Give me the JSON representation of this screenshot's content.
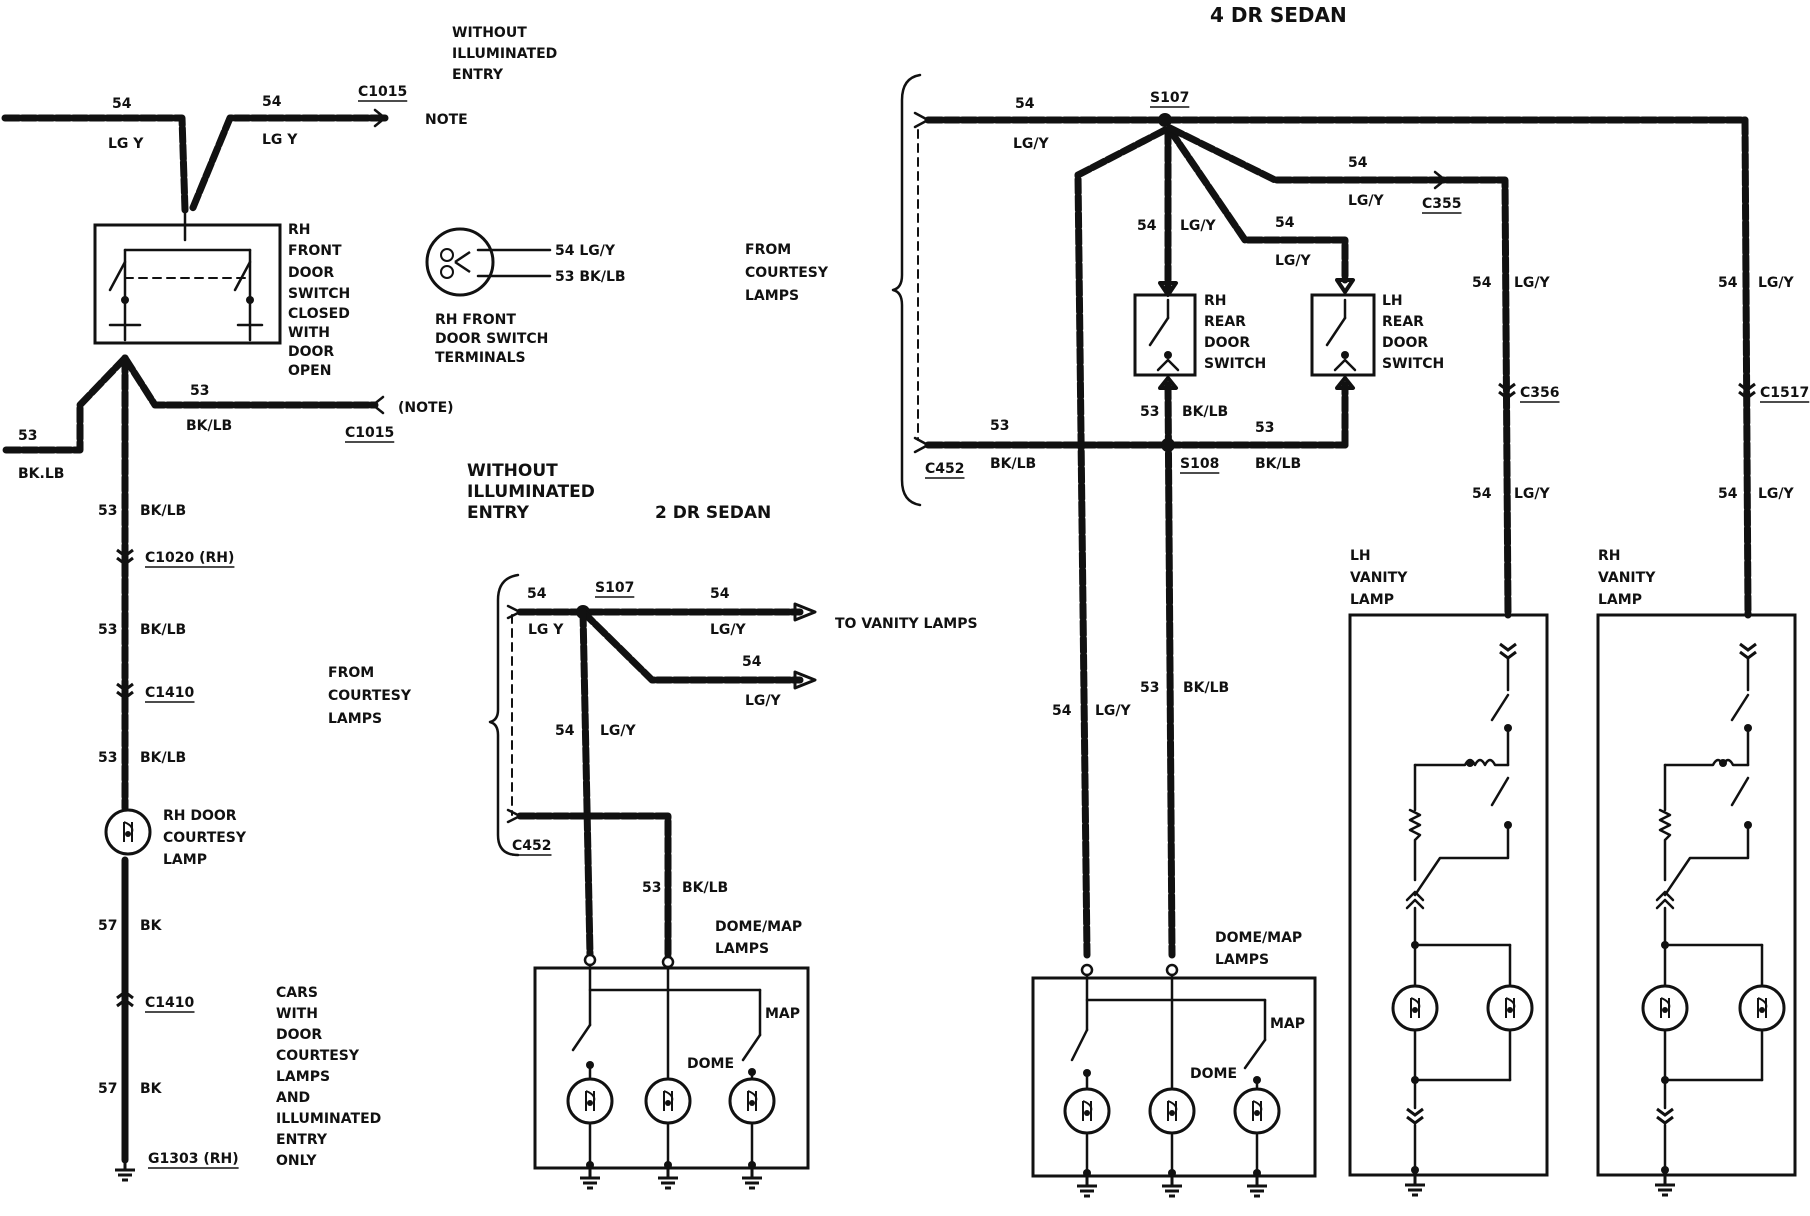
{
  "title": "4 DR SEDAN",
  "left": {
    "without_entry": [
      "WITHOUT",
      "ILLUMINATED",
      "ENTRY"
    ],
    "w54a": "54",
    "w54a_c": "LG Y",
    "w54b": "54",
    "w54b_c": "LG Y",
    "c1015_top": "C1015",
    "note_top": "NOTE",
    "switch_label": [
      "RH",
      "FRONT",
      "DOOR",
      "SWITCH"
    ],
    "switch_note": [
      "CLOSED",
      "WITH",
      "DOOR",
      "OPEN"
    ],
    "terminal_label": [
      "RH FRONT",
      "DOOR SWITCH",
      "TERMINALS"
    ],
    "term54": "54 LG/Y",
    "term53": "53 BK/LB",
    "from_courtesy_right": [
      "FROM",
      "COURTESY",
      "LAMPS"
    ],
    "w53_branch": "53",
    "w53_branch_c": "BK/LB",
    "c1015_mid": "C1015",
    "note_mid": "(NOTE)",
    "w53_left": "53",
    "w53_left_c": "BK.LB",
    "without_entry2": [
      "WITHOUT",
      "ILLUMINATED",
      "ENTRY"
    ],
    "two_dr": "2 DR SEDAN",
    "seg1_num": "53",
    "seg1_c": "BK/LB",
    "c1020": "C1020 (RH)",
    "seg2_num": "53",
    "seg2_c": "BK/LB",
    "c1410a": "C1410",
    "seg3_num": "53",
    "seg3_c": "BK/LB",
    "courtesy_lamp": [
      "RH DOOR",
      "COURTESY",
      "LAMP"
    ],
    "seg4_num": "57",
    "seg4_c": "BK",
    "c1410b": "C1410",
    "seg5_num": "57",
    "seg5_c": "BK",
    "g1303": "G1303 (RH)",
    "from_courtesy_left": [
      "FROM",
      "COURTESY",
      "LAMPS"
    ],
    "cars_note": [
      "CARS",
      "WITH",
      "DOOR",
      "COURTESY",
      "LAMPS",
      "AND",
      "ILLUMINATED",
      "ENTRY",
      "ONLY"
    ]
  },
  "two_door": {
    "w54": "54",
    "w54_c": "LG Y",
    "s107": "S107",
    "w54_top": "54",
    "w54_top_c": "LG/Y",
    "to_vanity": "TO VANITY LAMPS",
    "w54_low": "54",
    "w54_low_c": "LG/Y",
    "w54_down": "54",
    "w54_down_c": "LG/Y",
    "c452": "C452",
    "w53": "53",
    "w53_c": "BK/LB",
    "dome_map": [
      "DOME/MAP",
      "LAMPS"
    ],
    "map": "MAP",
    "dome": "DOME"
  },
  "four_door": {
    "w54_main": "54",
    "w54_main_c": "LG/Y",
    "s107": "S107",
    "w54_c355": "54",
    "w54_c355_c": "LG/Y",
    "c355": "C355",
    "w54_rh": "54",
    "w54_rh_c": "LG/Y",
    "w54_lh": "54",
    "w54_lh_c": "LG/Y",
    "rh_rear": [
      "RH",
      "REAR",
      "DOOR",
      "SWITCH"
    ],
    "lh_rear": [
      "LH",
      "REAR",
      "DOOR",
      "SWITCH"
    ],
    "from_courtesy": [
      "FROM",
      "COURTESY",
      "LAMPS"
    ],
    "w53_left": "53",
    "w53_left_c": "BK/LB",
    "c452": "C452",
    "w53_mid": "53",
    "w53_mid_c": "BK/LB",
    "s108": "S108",
    "w53_right": "53",
    "w53_right_c": "BK/LB",
    "w54_v1": "54",
    "w54_v1_c": "LG/Y",
    "c356": "C356",
    "w54_v1b": "54",
    "w54_v1b_c": "LG/Y",
    "w54_v2": "54",
    "w54_v2_c": "LG/Y",
    "c1517": "C1517",
    "w54_v2b": "54",
    "w54_v2b_c": "LG/Y",
    "lh_vanity": [
      "LH",
      "VANITY",
      "LAMP"
    ],
    "rh_vanity": [
      "RH",
      "VANITY",
      "LAMP"
    ],
    "w54_dome": "54",
    "w54_dome_c": "LG/Y",
    "w53_dome": "53",
    "w53_dome_c": "BK/LB",
    "dome_map": [
      "DOME/MAP",
      "LAMPS"
    ],
    "map": "MAP",
    "dome": "DOME"
  }
}
